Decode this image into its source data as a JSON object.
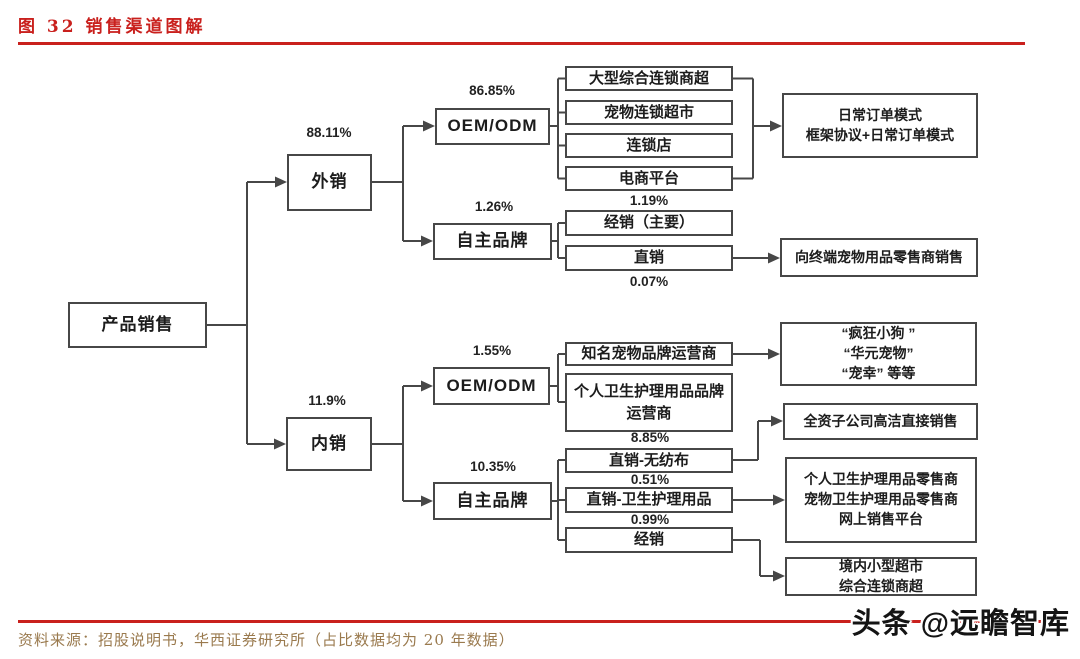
{
  "title": "图  32 销售渠道图解",
  "source_note": "资料来源：招股说明书，华西证券研究所（占比数据均为 20 年数据）",
  "watermark": "头条 @远瞻智库",
  "colors": {
    "title_red": "#c9201d",
    "source_brown": "#9a7a4e",
    "connector_gray": "#474747",
    "node_text": "#1c1c1c"
  },
  "nodes": {
    "product_sales": "产品销售",
    "export": "外销",
    "export_oem_odm": "OEM/ODM",
    "export_own_brand": "自主品牌",
    "large_chain_super": "大型综合连锁商超",
    "pet_chain_super": "宠物连锁超市",
    "chain_store": "连锁店",
    "ecommerce_platform": "电商平台",
    "daily_order_mode": "日常订单模式\n框架协议+日常订单模式",
    "distribution_main": "经销（主要）",
    "direct_sales_export": "直销",
    "terminal_pet_retailers": "向终端宠物用品零售商销售",
    "domestic": "内销",
    "domestic_oem_odm": "OEM/ODM",
    "domestic_own_brand": "自主品牌",
    "famous_pet_brand_operators": "知名宠物品牌运营商",
    "personal_hygiene_brand_operators": "个人卫生护理用品品牌\n运营商",
    "direct_nonwoven": "直销-无纺布",
    "direct_hygiene_products": "直销-卫生护理用品",
    "distribution_domestic": "经销",
    "pet_brands_examples": "“疯狂小狗 ”\n“华元宠物”\n“宠幸” 等等",
    "gaojie_direct": "全资子公司高洁直接销售",
    "hygiene_retailers_group": "个人卫生护理用品零售商\n宠物卫生护理用品零售商\n网上销售平台",
    "domestic_small_super": "境内小型超市\n综合连锁商超"
  },
  "percentages": {
    "export_share": "88.11%",
    "export_oem_share": "86.85%",
    "export_brand_share": "1.26%",
    "distribution_main_share": "1.19%",
    "direct_export_share": "0.07%",
    "domestic_share": "11.9%",
    "domestic_oem_share": "1.55%",
    "domestic_brand_share": "10.35%",
    "direct_nonwoven_share": "8.85%",
    "direct_hygiene_share": "0.51%",
    "distribution_domestic_share": "0.99%"
  }
}
